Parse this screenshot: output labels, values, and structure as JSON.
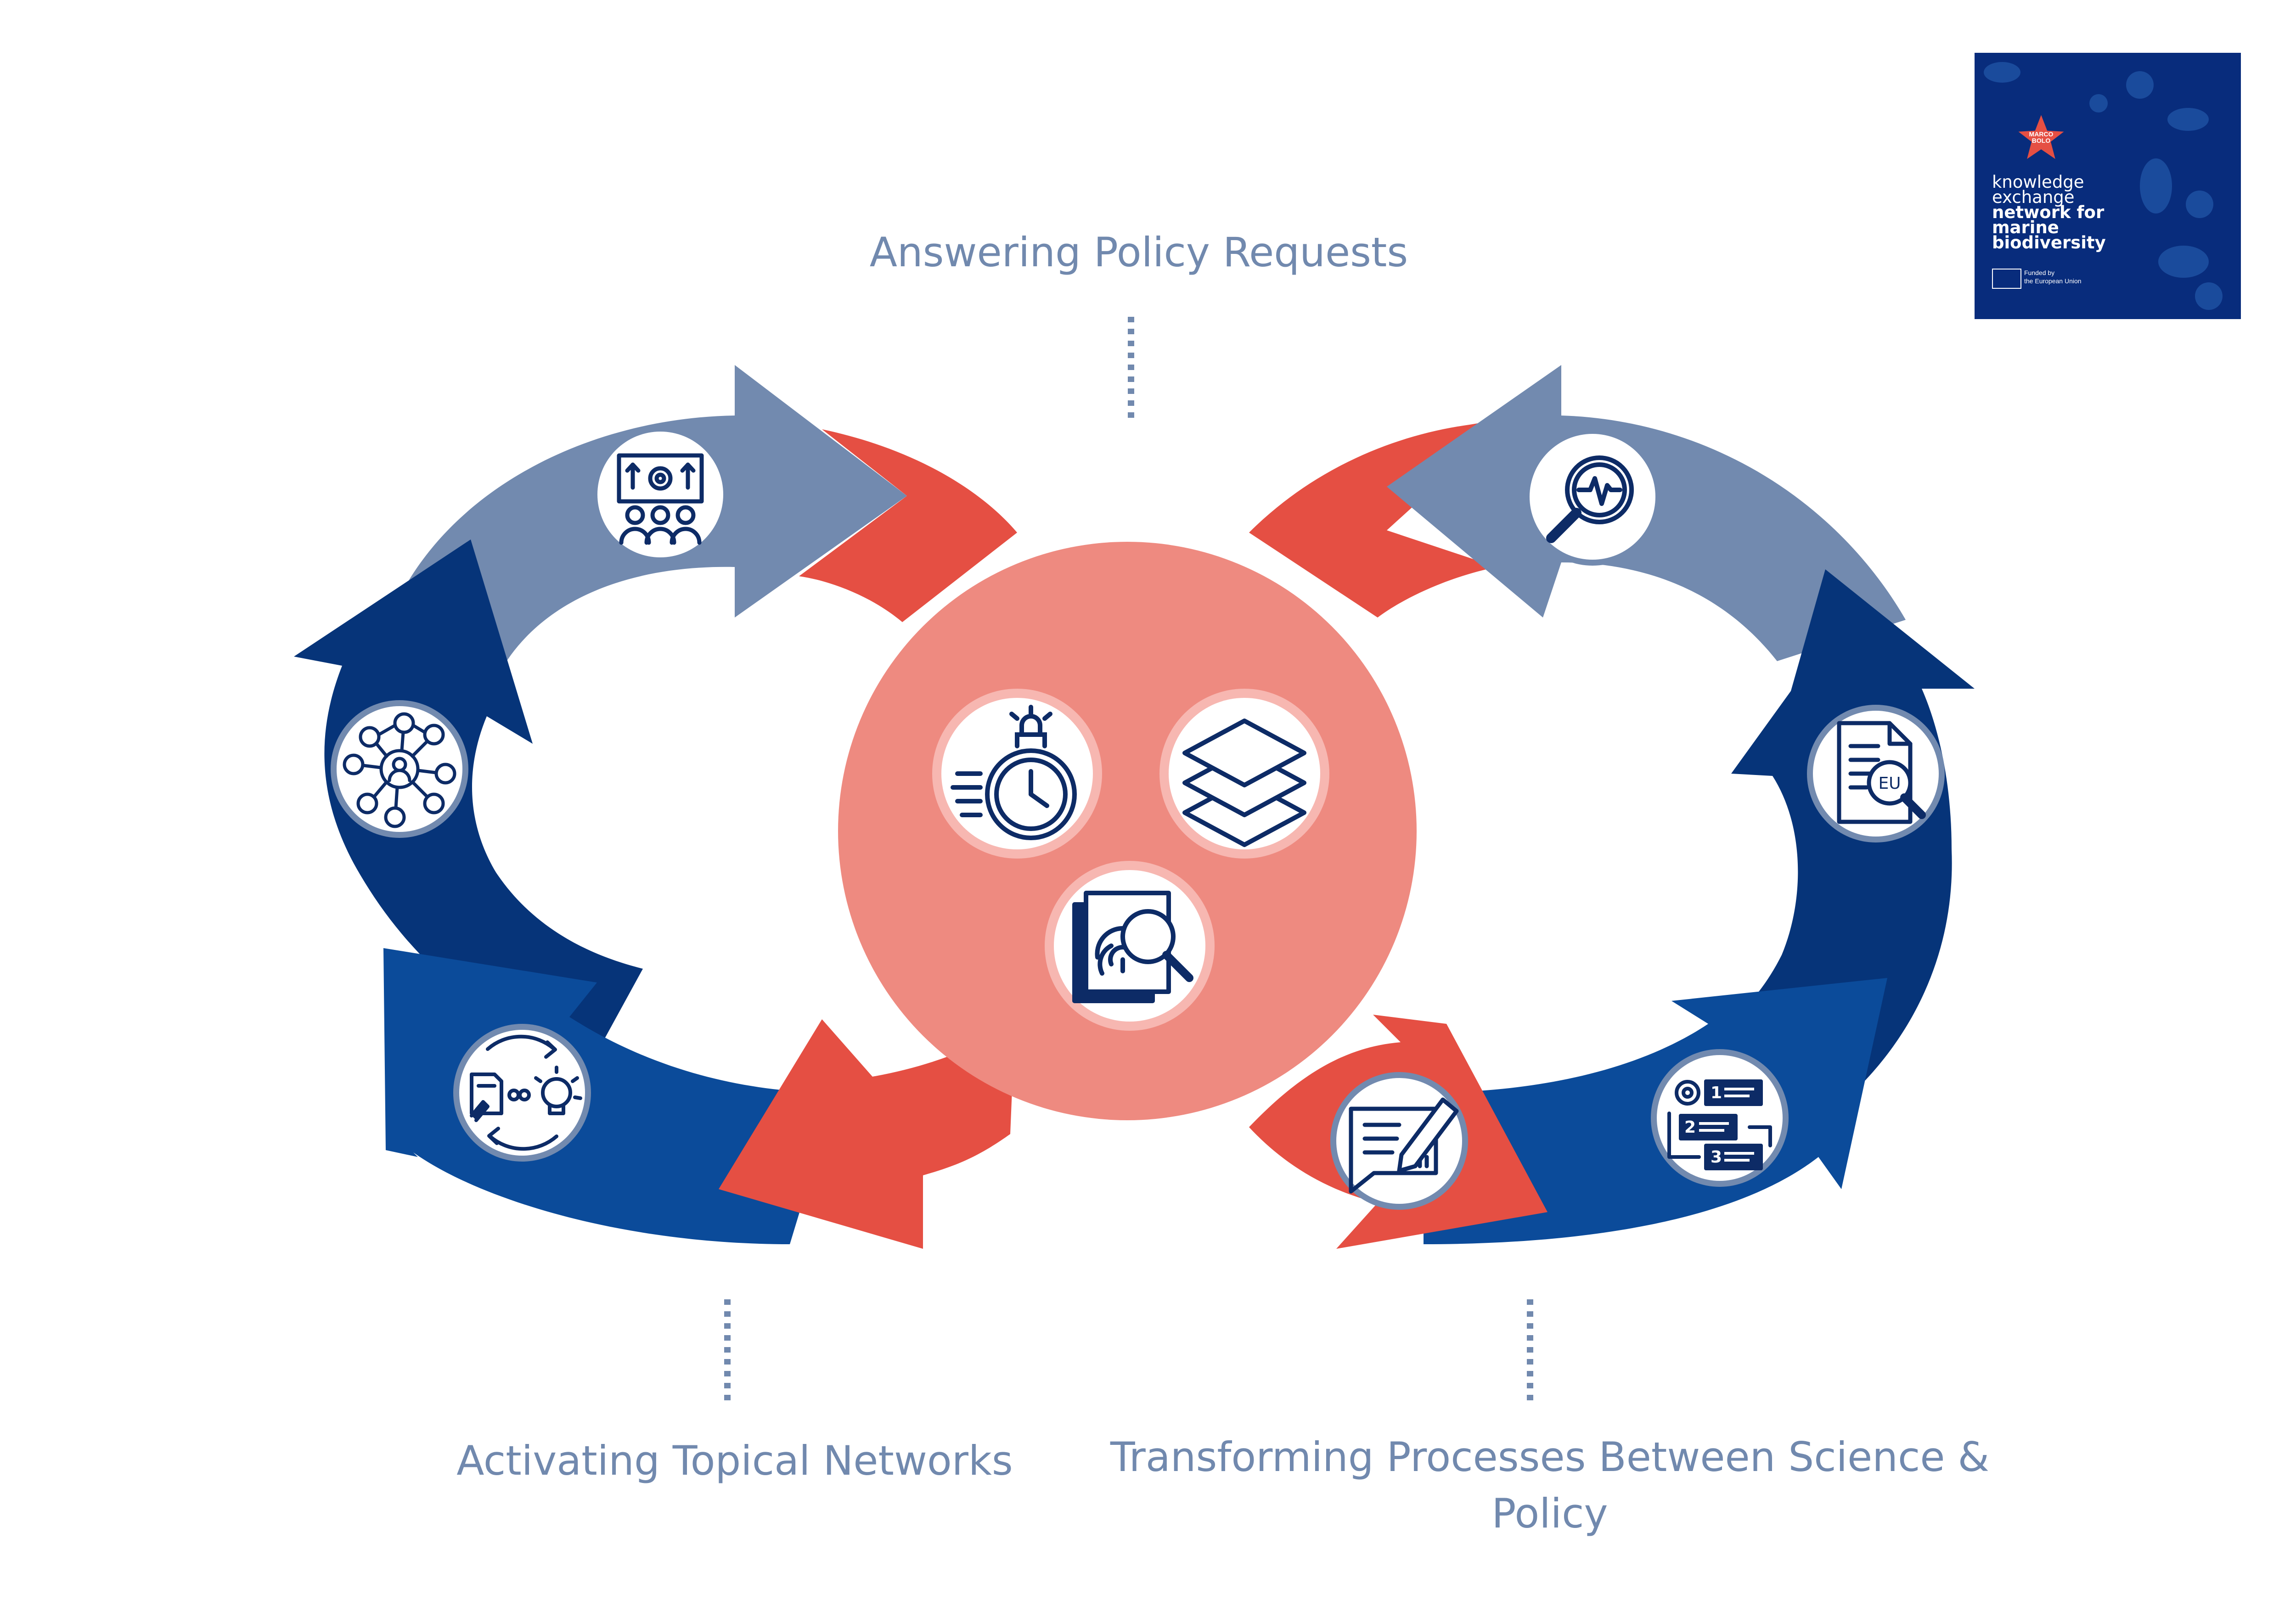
{
  "labels": {
    "top": "Answering Policy Requests",
    "left": "Activating Topical Networks",
    "right": "Transforming Processes Between Science & Policy"
  },
  "logo": {
    "line1": "knowledge",
    "line2": "exchange",
    "line3": "network for",
    "line4": "marine",
    "line5": "biodiversity",
    "funded1": "Funded by",
    "funded2": "the European Union",
    "badge": "MARCO BOLO"
  },
  "icons": {
    "left_loop": [
      "presentation-gear-people-icon",
      "network-people-icon",
      "document-link-idea-icon"
    ],
    "right_loop": [
      "magnifier-pulse-icon",
      "eu-document-search-icon",
      "numbered-steps-gear-icon",
      "comment-pen-icon"
    ],
    "center": [
      "alarm-stopwatch-icon",
      "layers-stack-icon",
      "fingerprint-document-icon"
    ]
  },
  "colors": {
    "light_blue": "#728aaf",
    "dark_blue": "#063479",
    "mid_blue": "#0b4b9a",
    "red": "#e54f43",
    "center_pink": "#ee8a80",
    "ring_pink": "#f7b7b1",
    "icon_navy": "#0d2b66",
    "label_text": "#7189ae",
    "logo_bg": "#082c7c"
  }
}
